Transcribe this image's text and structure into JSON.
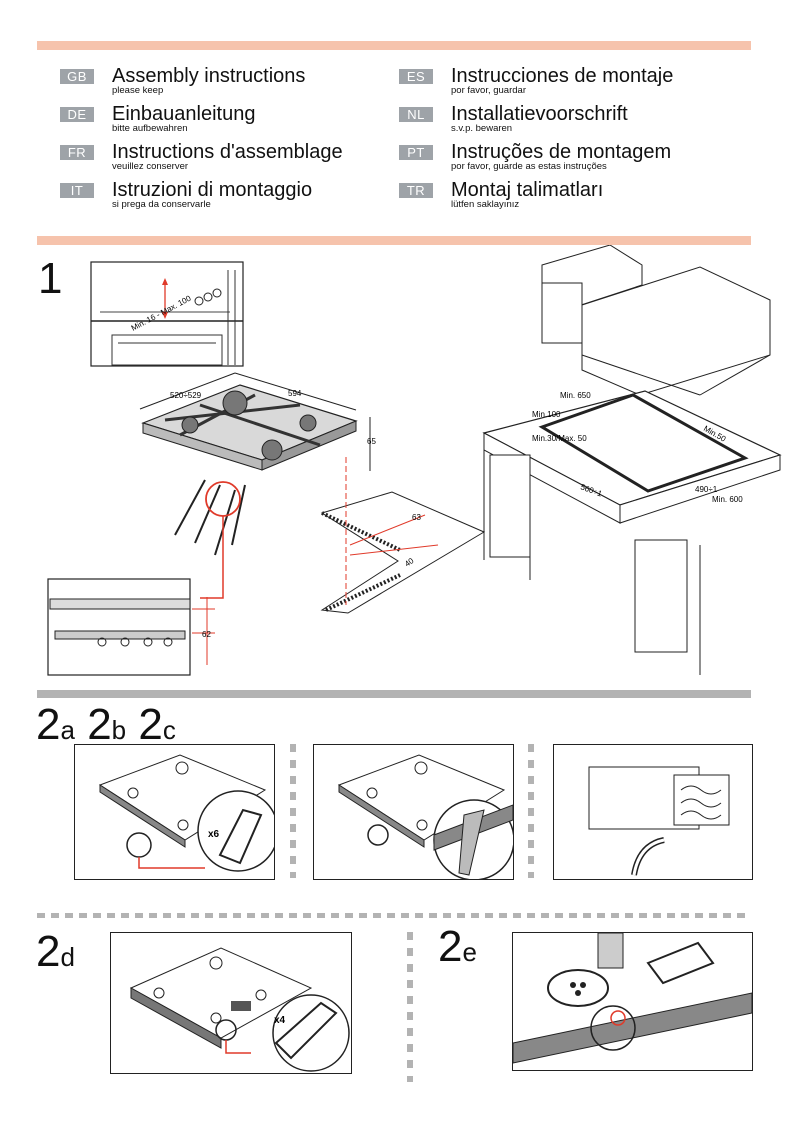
{
  "languages": [
    {
      "code": "GB",
      "title": "Assembly instructions",
      "subtitle": "please keep"
    },
    {
      "code": "DE",
      "title": "Einbauanleitung",
      "subtitle": "bitte aufbewahren"
    },
    {
      "code": "FR",
      "title": "Instructions d'assemblage",
      "subtitle": "veuillez conserver"
    },
    {
      "code": "IT",
      "title": "Istruzioni di montaggio",
      "subtitle": "si prega da conservarle"
    },
    {
      "code": "ES",
      "title": "Instrucciones de montaje",
      "subtitle": "por favor, guardar"
    },
    {
      "code": "NL",
      "title": "Installatievoorschrift",
      "subtitle": "s.v.p. bewaren"
    },
    {
      "code": "PT",
      "title": "Instruções de montagem",
      "subtitle": "por favor, guarde as estas instruções"
    },
    {
      "code": "TR",
      "title": "Montaj talimatları",
      "subtitle": "lütfen saklayınız"
    }
  ],
  "step1": {
    "number": "1",
    "dim_gap": "Min. 16 - Max. 100",
    "dim_width": "594",
    "dim_depth": "520÷529",
    "dim_height": "65",
    "dim_edge1": "63",
    "dim_edge2": "40",
    "dim_under": "62",
    "dim_min650": "Min. 650",
    "dim_min100": "Min.100",
    "dim_min30": "Min.30/Max. 50",
    "dim_min50": "Min.50",
    "dim_cut_w": "560÷1",
    "dim_cut_d": "490÷1",
    "dim_min600": "Min. 600"
  },
  "step2": {
    "title_a": "2",
    "sub_a": "a",
    "title_b": "2",
    "sub_b": "b",
    "title_c": "2",
    "sub_c": "c",
    "title_d": "2",
    "sub_d": "d",
    "title_e": "2",
    "sub_e": "e",
    "x6": "x6",
    "x4": "x4"
  },
  "colors": {
    "accent_bar": "#f6c3ac",
    "tag_grey": "#9ea3a8",
    "arrow_red": "#e03a2a",
    "divider_grey": "#b3b3b3"
  }
}
